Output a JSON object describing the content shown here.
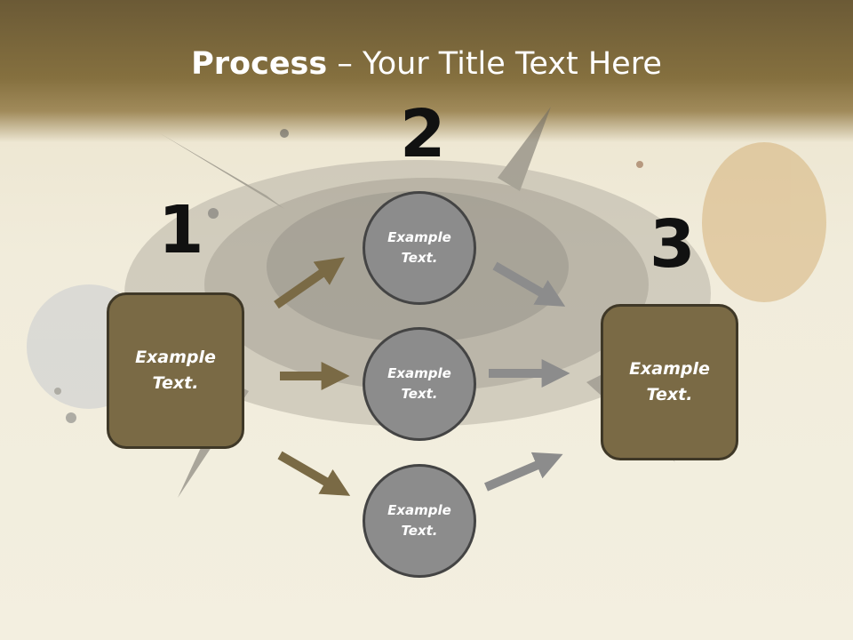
{
  "slide": {
    "title_bold": "Process",
    "title_rest": " – Your Title Text Here"
  },
  "steps": {
    "one": "1",
    "two": "2",
    "three": "3"
  },
  "nodes": {
    "left_box": "Example Text.",
    "top_circle": "Example Text.",
    "middle_circle": "Example Text.",
    "bottom_circle": "Example Text.",
    "right_box": "Example Text."
  },
  "colors": {
    "header": "#7a6a45",
    "box_fill": "#7a6a45",
    "circle_fill": "#8c8c8c",
    "left_arrows": "#7a6a45",
    "right_arrows": "#8c8c8c"
  }
}
